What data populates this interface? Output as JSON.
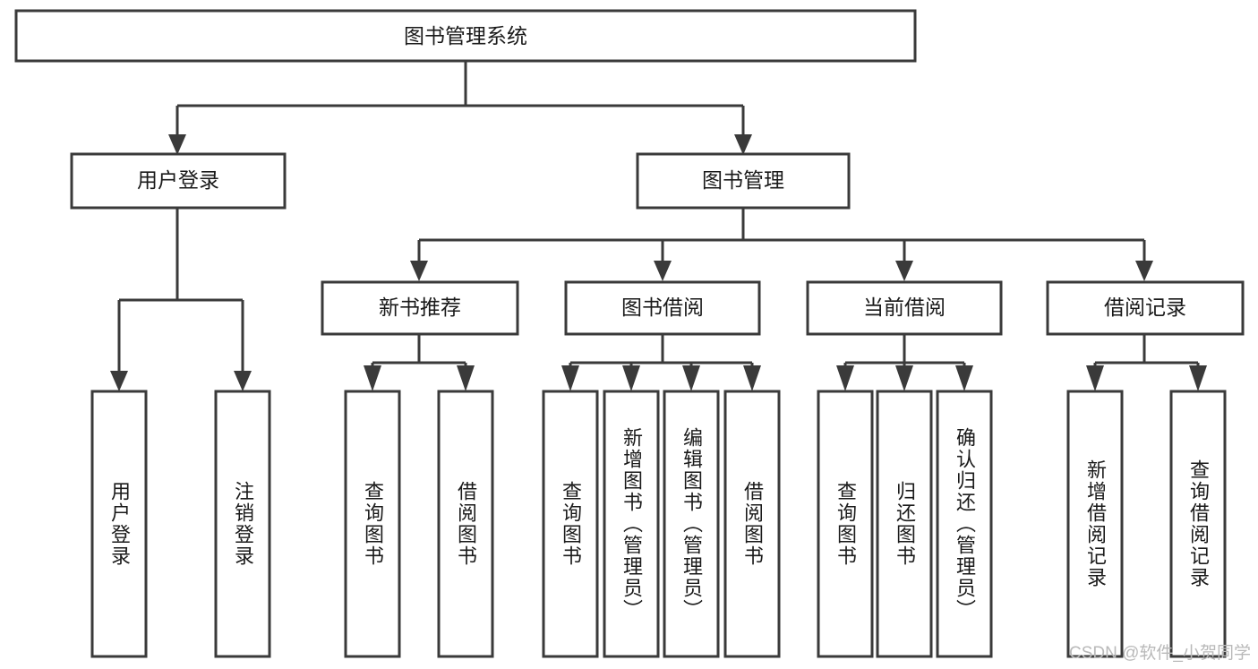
{
  "diagram": {
    "title": "图书管理系统",
    "type": "tree-hierarchy",
    "watermark": "CSDN @软件_小贺同学",
    "colors": {
      "stroke": "#3a3a3a",
      "fill": "#ffffff",
      "text": "#1a1a1a",
      "watermark": "#b9b9b9",
      "background": "#ffffff"
    },
    "root": {
      "label": "图书管理系统"
    },
    "level2": [
      {
        "label": "用户登录"
      },
      {
        "label": "图书管理"
      }
    ],
    "level3": [
      {
        "label": "新书推荐"
      },
      {
        "label": "图书借阅"
      },
      {
        "label": "当前借阅"
      },
      {
        "label": "借阅记录"
      }
    ],
    "leaves": {
      "user_login": [
        {
          "label": "用户登录"
        },
        {
          "label": "注销登录"
        }
      ],
      "new_book_recommend": [
        {
          "label": "查询图书"
        },
        {
          "label": "借阅图书"
        }
      ],
      "book_borrow": [
        {
          "label": "查询图书"
        },
        {
          "label": "新增图书（管理员）"
        },
        {
          "label": "编辑图书（管理员）"
        },
        {
          "label": "借阅图书"
        }
      ],
      "current_borrow": [
        {
          "label": "查询图书"
        },
        {
          "label": "归还图书"
        },
        {
          "label": "确认归还（管理员）"
        }
      ],
      "borrow_record": [
        {
          "label": "新增借阅记录"
        },
        {
          "label": "查询借阅记录"
        }
      ]
    }
  }
}
